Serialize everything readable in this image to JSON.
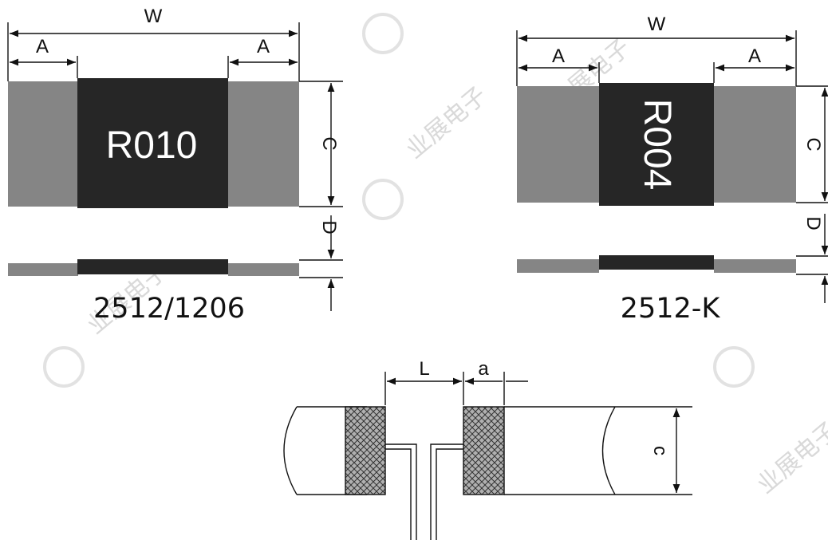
{
  "colors": {
    "terminal": "#858585",
    "body": "#262626",
    "line": "#111111",
    "watermark": "#d9d9d9"
  },
  "left": {
    "dims": {
      "w": "W",
      "a_left": "A",
      "a_right": "A",
      "c": "C",
      "d": "D"
    },
    "marking": "R010",
    "caption": "2512/1206"
  },
  "right": {
    "dims": {
      "w": "W",
      "a_left": "A",
      "a_right": "A",
      "c": "C",
      "d": "D"
    },
    "marking": "R004",
    "caption": "2512-K"
  },
  "pad": {
    "dims": {
      "l": "L",
      "a": "a",
      "c": "c"
    }
  },
  "watermark": {
    "text": "业展电子"
  }
}
